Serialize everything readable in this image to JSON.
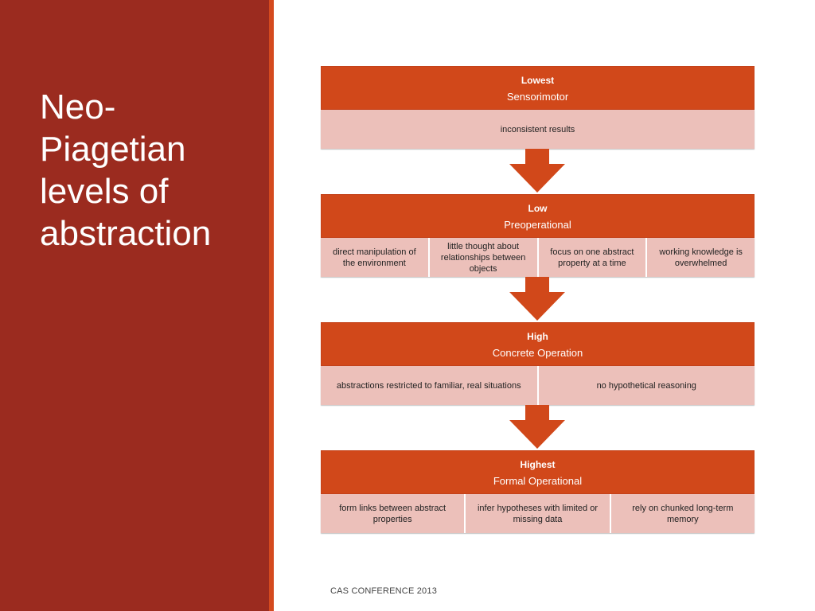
{
  "slide": {
    "title": "Neo-\nPiagetian\nlevels of\nabstraction",
    "footer": "CAS CONFERENCE 2013"
  },
  "levels": [
    {
      "name": "Lowest",
      "stage": "Sensorimotor",
      "items": [
        "inconsistent results"
      ]
    },
    {
      "name": "Low",
      "stage": "Preoperational",
      "items": [
        "direct manipulation of the environment",
        "little thought about relationships between objects",
        "focus on one abstract property at a time",
        "working knowledge is overwhelmed"
      ]
    },
    {
      "name": "High",
      "stage": "Concrete Operation",
      "items": [
        "abstractions restricted to familiar, real situations",
        "no hypothetical reasoning"
      ]
    },
    {
      "name": "Highest",
      "stage": "Formal Operational",
      "items": [
        "form links between abstract properties",
        "infer hypotheses with limited or missing data",
        "rely on chunked long-term memory"
      ]
    }
  ],
  "colors": {
    "sidebar": "#9b2b1f",
    "accent": "#d1481a",
    "cell_fill": "#ecc0ba"
  }
}
